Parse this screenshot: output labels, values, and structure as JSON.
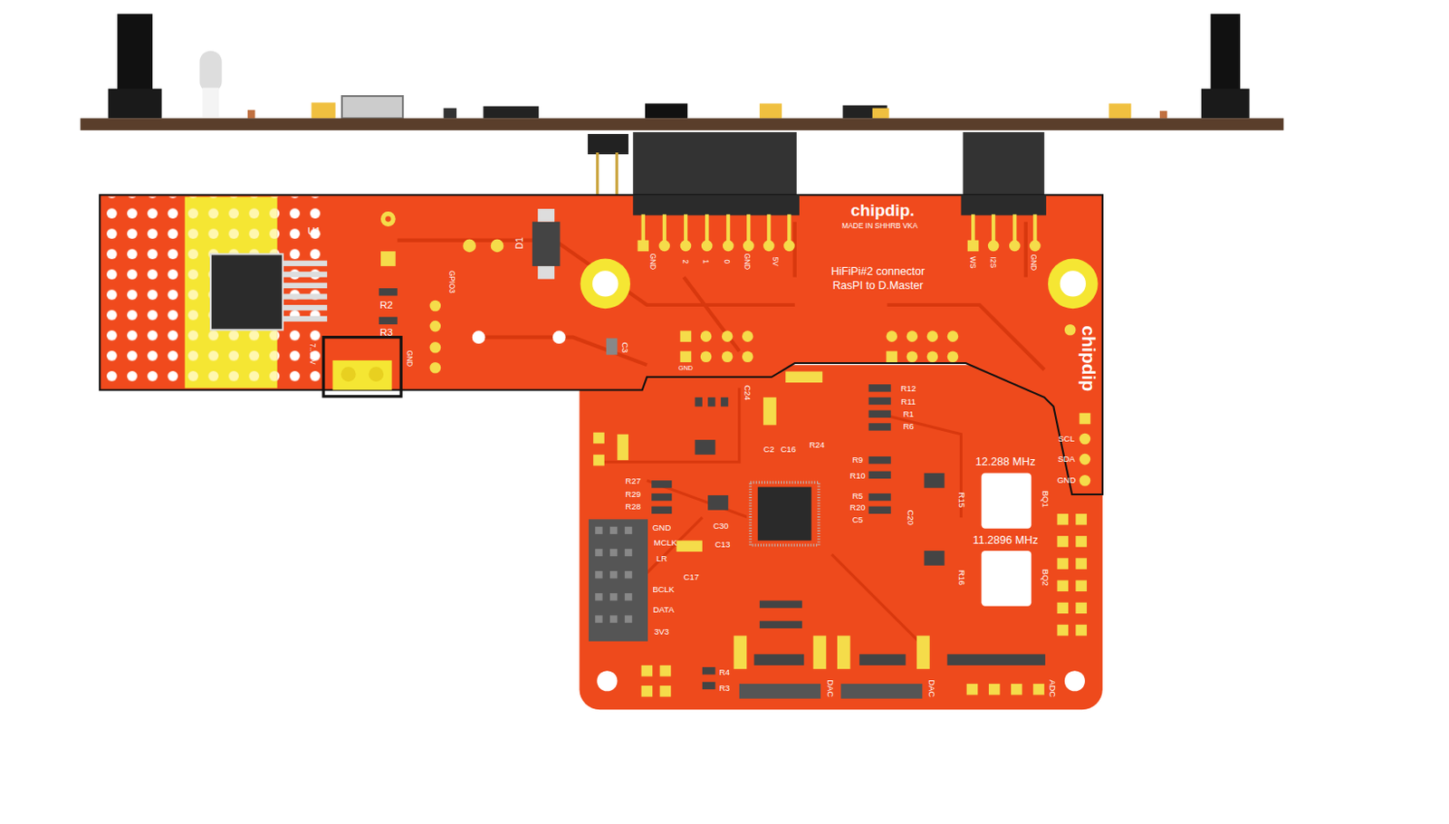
{
  "diagram": {
    "labels": [
      "U1",
      "R2",
      "R3",
      "D1",
      "GPIO3",
      "7..60V",
      "GND",
      "C3",
      "GND",
      "2",
      "1",
      "0",
      "GND",
      "5V",
      "chipdip.",
      "MADE IN SHHRB VKA",
      "HiFiPi#2 connector",
      "RasPI to D.Master",
      "WS",
      "I2S",
      "GND",
      "chipdip",
      "SCL",
      "SDA",
      "GND",
      "12.288 MHz",
      "11.2896 MHz",
      "GND",
      "GND",
      "MCLK",
      "LR",
      "BCLK",
      "DATA",
      "3V3",
      "DAC",
      "DAC",
      "ADC",
      "R12",
      "R11",
      "R1",
      "R6",
      "R24",
      "R9",
      "R10",
      "R5",
      "R20",
      "C5",
      "R27",
      "R29",
      "R28",
      "C13",
      "C17",
      "C30",
      "R4",
      "R3",
      "C2",
      "C16",
      "C24",
      "BQ1",
      "BQ2",
      "R15",
      "R16",
      "C20"
    ]
  }
}
